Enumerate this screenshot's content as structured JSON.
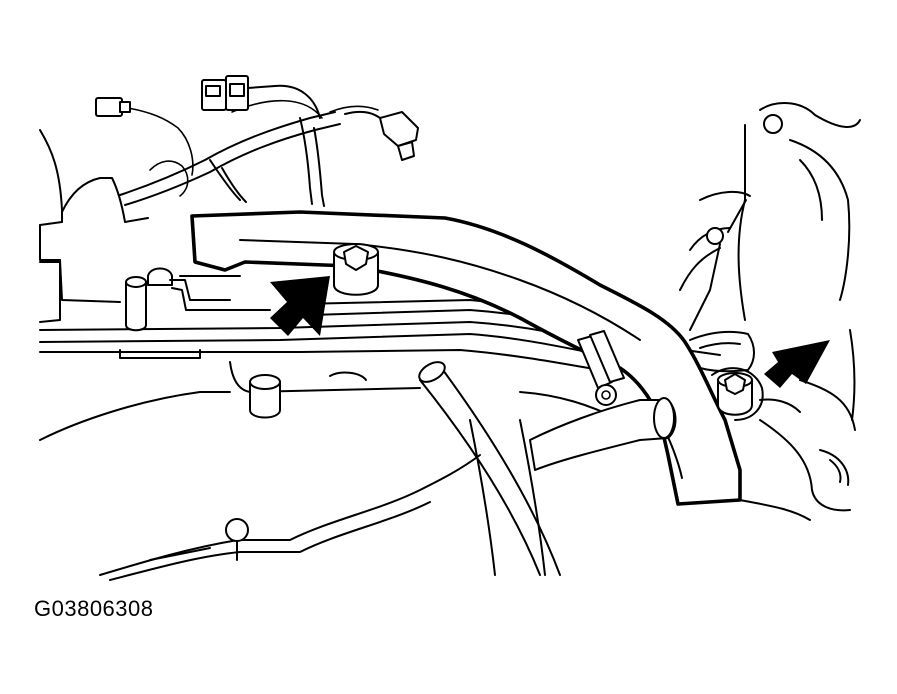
{
  "figure": {
    "code": "G03806308",
    "colors": {
      "line": "#000000",
      "background": "#ffffff"
    },
    "callouts": [
      {
        "name": "arrow-left-bolt",
        "icon": "arrow-down-right-icon"
      },
      {
        "name": "arrow-right-bolt",
        "icon": "arrow-down-left-icon"
      }
    ]
  }
}
